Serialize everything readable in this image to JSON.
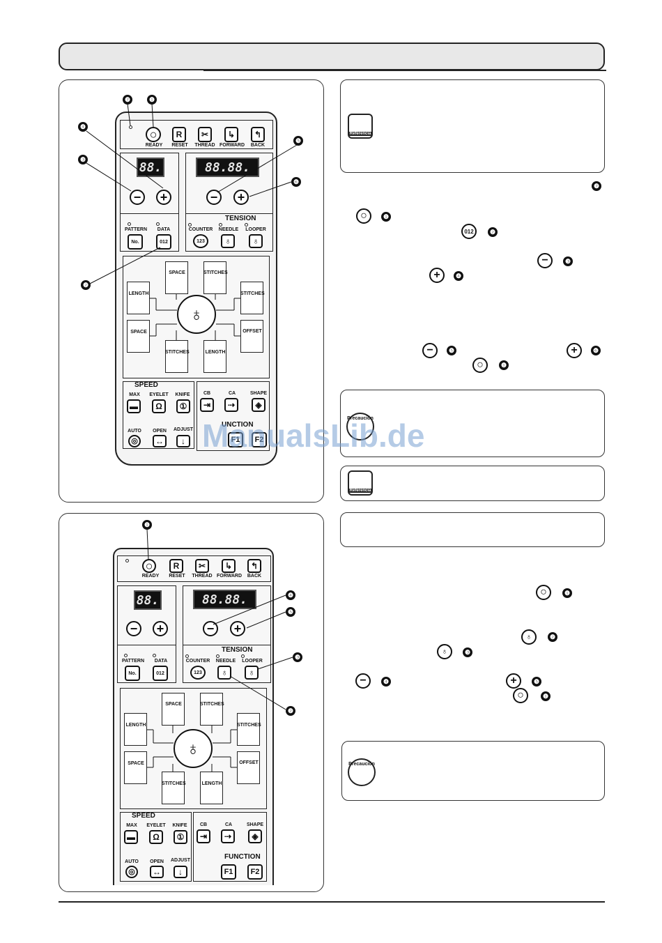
{
  "panel": {
    "ready": "READY",
    "reset": "RESET",
    "reset_glyph": "R",
    "thread": "THREAD",
    "forward": "FORWARD",
    "back": "BACK",
    "display_small": "88.",
    "display_large": "88.88.",
    "minus": "−",
    "plus": "+",
    "pattern": "PATTERN",
    "pattern_glyph": "No.",
    "data": "DATA",
    "data_glyph": "012",
    "tension": "TENSION",
    "counter": "COUNTER",
    "counter_glyph": "123",
    "needle": "NEEDLE",
    "looper": "LOOPER",
    "space": "SPACE",
    "stitches": "STITCHES",
    "length": "LENGTH",
    "offset": "OFFSET",
    "speed": "SPEED",
    "max": "MAX",
    "eyelet": "EYELET",
    "knife": "KNIFE",
    "cb": "CB",
    "ca": "CA",
    "shape": "SHAPE",
    "auto": "AUTO",
    "open": "OPEN",
    "adjust": "ADJUST",
    "function_partial": "UNCTION",
    "function": "FUNCTION",
    "f1": "F1",
    "f2": "F2"
  },
  "callouts": {
    "n1": "❶",
    "n2": "❷",
    "n3": "❸",
    "n4": "❹",
    "n5": "❺",
    "n6": "❻",
    "n7": "❼"
  },
  "notes": {
    "referencia": "Referencia",
    "precaucion": "Precaución"
  },
  "watermark": "ManualsLib.de"
}
